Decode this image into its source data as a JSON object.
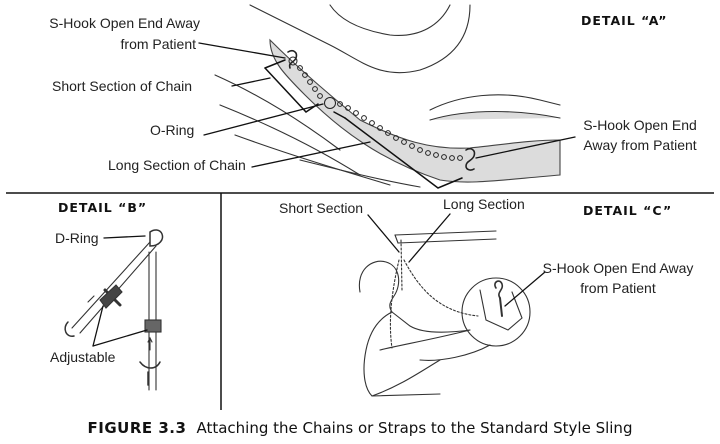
{
  "detail_a": {
    "heading": "DETAIL “A”",
    "label_shook_left_1": "S-Hook Open End Away",
    "label_shook_left_2": "from Patient",
    "label_short_section": "Short Section of Chain",
    "label_o_ring": "O-Ring",
    "label_long_section": "Long Section of Chain",
    "label_shook_right_1": "S-Hook Open End",
    "label_shook_right_2": "Away from Patient"
  },
  "detail_b": {
    "heading": "DETAIL “B”",
    "label_d_ring": "D-Ring",
    "label_adjustable": "Adjustable"
  },
  "detail_c": {
    "heading": "DETAIL “C”",
    "label_short_section": "Short Section",
    "label_long_section": "Long Section",
    "label_shook_1": "S-Hook Open End Away",
    "label_shook_2": "from Patient"
  },
  "caption": {
    "figure": "FIGURE 3.3",
    "text": "Attaching the Chains or Straps to the Standard Style Sling"
  }
}
